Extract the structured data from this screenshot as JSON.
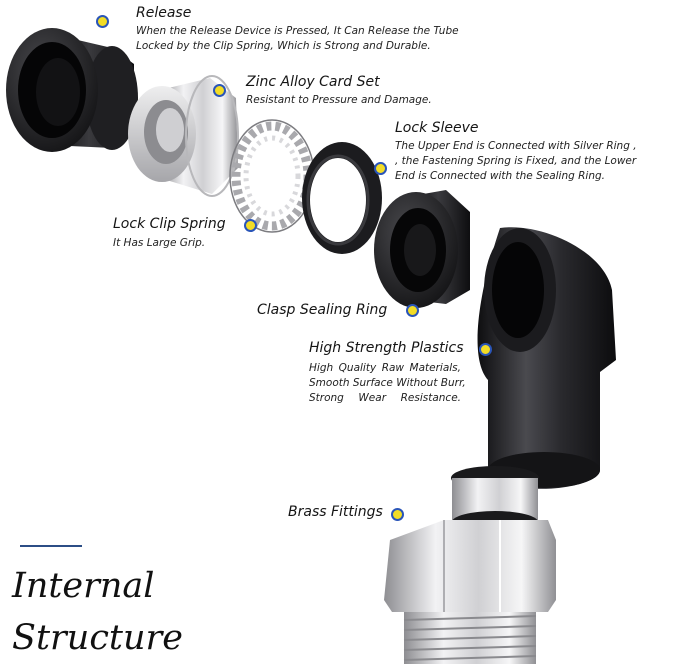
{
  "heading": {
    "line1": "Internal",
    "line2": "Structure"
  },
  "callouts": [
    {
      "id": "release",
      "title": "Release",
      "lines": [
        "When the Release Device is Pressed, It Can Release the Tube",
        "Locked by the Clip Spring, Which is Strong and Durable."
      ]
    },
    {
      "id": "zinc-alloy-card-set",
      "title": "Zinc Alloy Card Set",
      "lines": [
        "Resistant to Pressure and Damage."
      ]
    },
    {
      "id": "lock-sleeve",
      "title": "Lock Sleeve",
      "lines": [
        "The Upper End is Connected with Silver Ring ,",
        ", the Fastening Spring is Fixed, and the Lower",
        "End is Connected with the Sealing Ring."
      ]
    },
    {
      "id": "lock-clip-spring",
      "title": "Lock Clip Spring",
      "lines": [
        "It Has Large Grip."
      ]
    },
    {
      "id": "clasp-sealing-ring",
      "title": "Clasp Sealing Ring",
      "lines": []
    },
    {
      "id": "high-strength-plastics",
      "title": "High Strength Plastics",
      "lines": [
        "High Quality Raw Materials,",
        "Smooth Surface Without Burr,",
        "Strong Wear Resistance."
      ]
    },
    {
      "id": "brass-fittings",
      "title": "Brass Fittings",
      "lines": []
    }
  ],
  "colors": {
    "dot_fill": "#f2dc26",
    "dot_ring": "#2a55b8",
    "rule": "#2c4e86",
    "black_part": "#1a1a1c",
    "silver_part": "#c9c9cb"
  }
}
